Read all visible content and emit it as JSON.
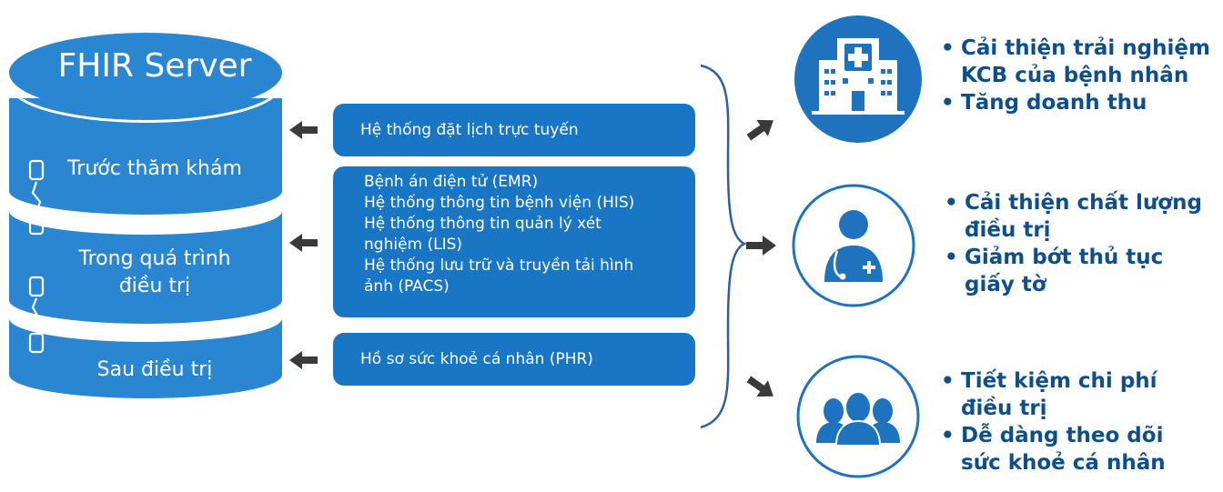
{
  "server": {
    "title": "FHIR Server",
    "stages": [
      "Trước thăm khám",
      "Trong quá trình\nđiều trị",
      "Sau điều trị"
    ]
  },
  "systems": [
    {
      "lines": [
        "Hệ thống đặt lịch trực tuyến"
      ]
    },
    {
      "lines": [
        "Bệnh án điện tử (EMR)",
        "Hệ thống thông tin bệnh viện (HIS)",
        "Hệ thống thông tin quản lý xét",
        "nghiệm (LIS)",
        "Hệ thống lưu trữ và truyền tải hình",
        "ảnh (PACS)"
      ]
    },
    {
      "lines": [
        "Hồ sơ sức khoẻ cá nhân (PHR)"
      ]
    }
  ],
  "benefits": [
    {
      "icon": "hospital-icon",
      "items": [
        "Cải thiện trải nghiệm\nKCB của bệnh nhân",
        "Tăng doanh thu"
      ]
    },
    {
      "icon": "doctor-icon",
      "items": [
        "Cải thiện chất lượng\nđiều trị",
        "Giảm bớt thủ tục\ngiấy tờ"
      ]
    },
    {
      "icon": "patients-icon",
      "items": [
        "Tiết kiệm chi phí\nđiều trị",
        "Dễ dàng theo dõi\nsức khoẻ cá nhân"
      ]
    }
  ],
  "colors": {
    "database_blue": "#2a86d1",
    "box_blue": "#1976c5",
    "circle_blue": "#1f72bd",
    "text_blue": "#0d4f8b",
    "arrow_gray": "#3a3a3a"
  }
}
